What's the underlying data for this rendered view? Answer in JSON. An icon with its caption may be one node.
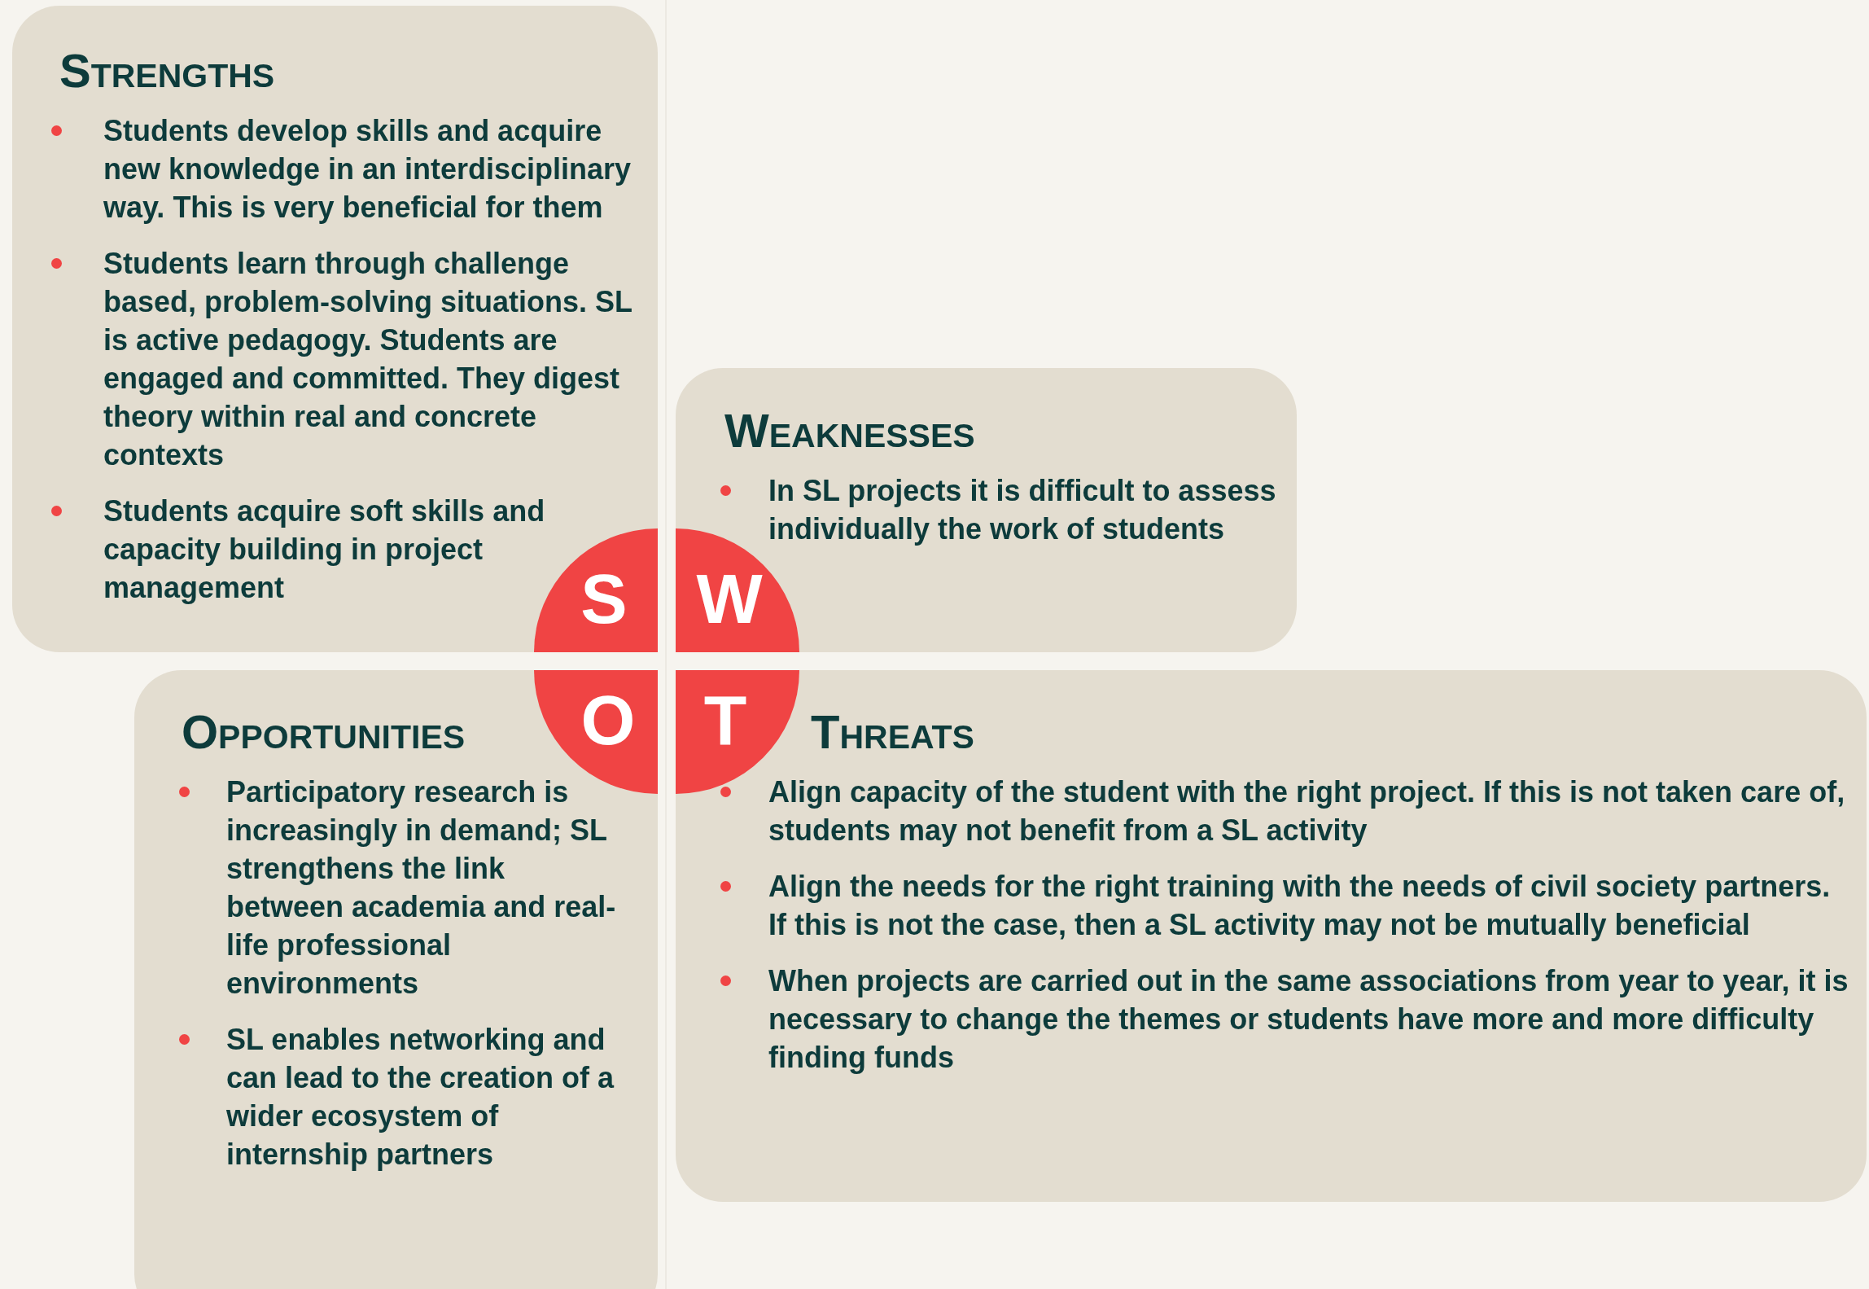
{
  "diagram": {
    "nodes": [
      {
        "text": [
          "Strengths",
          "Students develop skills and acquire new knowledge in an interdisciplinary way. This is very beneficial for them",
          "Students learn through challenge based, problem-solving situations. SL is active pedagogy. Students are engaged and committed. They digest theory within real and concrete contexts",
          "Students acquire soft skills and capacity building in project management"
        ]
      },
      {
        "text": [
          "Weaknesses",
          "In SL projects it is difficult to assess individually the work of students"
        ]
      },
      {
        "text": [
          "Opportunities",
          "Participatory research is increasingly in demand; SL strengthens the link between academia and real-life professional environments",
          "SL enables networking and can lead to the creation of a wider ecosystem of internship partners"
        ]
      },
      {
        "text": [
          "Threats",
          "Align capacity of the student with the right project. If this is not taken care of, students may not benefit from a SL activity",
          "Align the needs for the right training with the needs of civil society partners. If this is not the case, then a SL activity may not be mutually beneficial",
          "When projects are carried out in the same associations from year to year, it is necessary to change the themes or students have more and more difficulty finding funds"
        ]
      },
      {
        "text": [
          "S"
        ],
        "in": 0
      },
      {
        "text": [
          "W"
        ],
        "in": 1
      },
      {
        "text": [
          "O"
        ],
        "in": 2
      },
      {
        "text": [
          "T"
        ],
        "in": 3
      }
    ]
  }
}
